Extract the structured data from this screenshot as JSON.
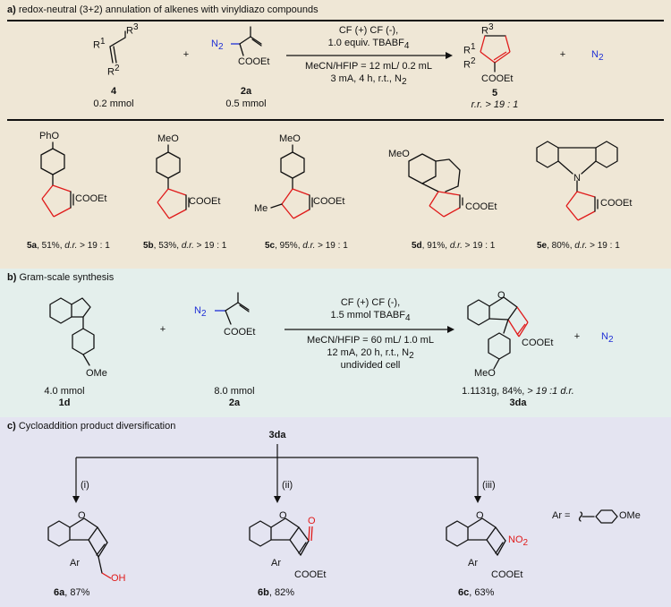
{
  "panel_a": {
    "header_letter": "a)",
    "header_text": " redox-neutral (3+2) annulation of alkenes with vinyldiazo compounds",
    "reagent1_id": "4",
    "reagent1_amount": "0.2 mmol",
    "reagent2_id": "2a",
    "reagent2_amount": "0.5 mmol",
    "cond_line1": "CF (+) CF (-),",
    "cond_line2": "1.0 equiv. TBABF",
    "cond_line2_sub": "4",
    "cond_line3": "MeCN/HFIP = 12 mL/ 0.2 mL",
    "cond_line4": "3 mA, 4 h, r.t., N",
    "cond_line4_sub": "2",
    "product_id": "5",
    "product_rr": "r.r. > 19 : 1",
    "byproduct": "N",
    "byproduct_sub": "2",
    "plus": "+",
    "labels": {
      "r1": "R",
      "r1_sup": "1",
      "r2": "R",
      "r2_sup": "2",
      "r3": "R",
      "r3_sup": "3",
      "n2": "N",
      "n2_sub": "2",
      "cooet": "COOEt"
    },
    "scope": [
      {
        "id": "5a",
        "yield": ", 51%, ",
        "dr_label": "d.r.",
        "dr_value": " > 19 : 1",
        "substituent": "PhO"
      },
      {
        "id": "5b",
        "yield": ", 53%, ",
        "dr_label": "d.r.",
        "dr_value": " > 19 : 1",
        "substituent": "MeO"
      },
      {
        "id": "5c",
        "yield": ", 95%, ",
        "dr_label": "d.r.",
        "dr_value": " > 19 : 1",
        "substituent": "MeO",
        "extra": "Me"
      },
      {
        "id": "5d",
        "yield": ", 91%, ",
        "dr_label": "d.r.",
        "dr_value": " > 19 : 1",
        "substituent": "MeO"
      },
      {
        "id": "5e",
        "yield": ", 80%, ",
        "dr_label": "d.r.",
        "dr_value": " > 19 : 1",
        "substituent": "N"
      }
    ]
  },
  "panel_b": {
    "header_letter": "b)",
    "header_text": " Gram-scale synthesis",
    "substrate_amount": "4.0 mmol",
    "substrate_id": "1d",
    "substrate_group": "OMe",
    "reagent_amount": "8.0 mmol",
    "reagent_id": "2a",
    "cond_line1": "CF (+) CF (-),",
    "cond_line2": "1.5 mmol TBABF",
    "cond_line2_sub": "4",
    "cond_line3": "MeCN/HFIP = 60 mL/ 1.0 mL",
    "cond_line4": "12 mA, 20 h, r.t., N",
    "cond_line4_sub": "2",
    "cond_line5": "undivided cell",
    "product_yield": "1.1131g, 84%, > ",
    "product_dr": "19 :1 d.r.",
    "product_id": "3da",
    "product_group": "MeO",
    "byproduct": "N",
    "byproduct_sub": "2",
    "plus": "+"
  },
  "panel_c": {
    "header_letter": "c)",
    "header_text": " Cycloaddition product diversification",
    "start_id": "3da",
    "branches": [
      {
        "step": "(i)",
        "id": "6a",
        "yield": ", 87%",
        "group": "OH"
      },
      {
        "step": "(ii)",
        "id": "6b",
        "yield": ", 82%",
        "group": "O"
      },
      {
        "step": "(iii)",
        "id": "6c",
        "yield": ", 63%",
        "group": "NO",
        "group_sub": "2"
      }
    ],
    "ar_label": "Ar =",
    "ar_group": "OMe",
    "ar": "Ar",
    "o": "O",
    "cooet": "COOEt"
  }
}
